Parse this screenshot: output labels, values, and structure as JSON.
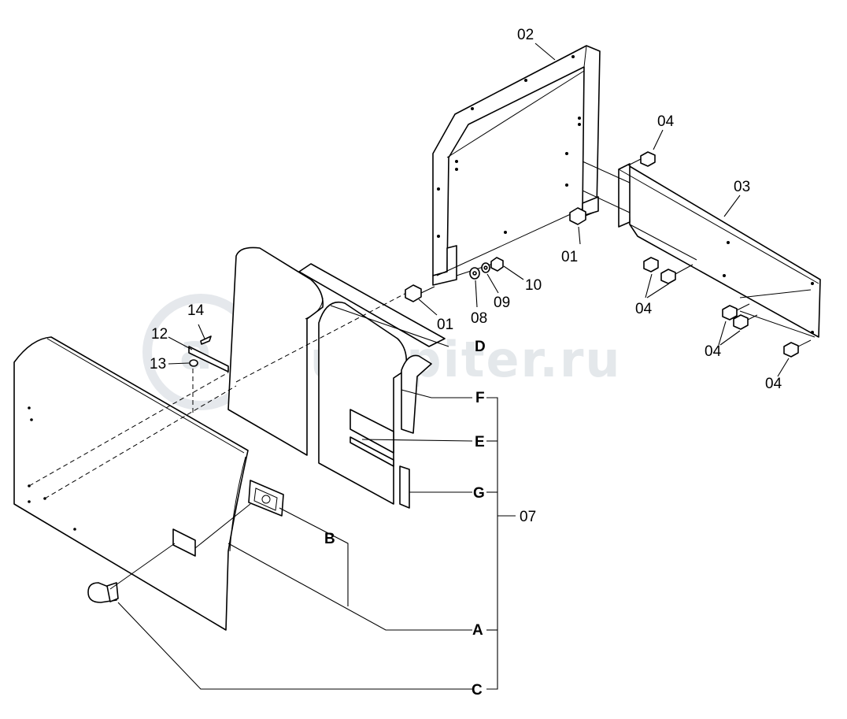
{
  "watermark": {
    "text": "autopiter.ru"
  },
  "labels": {
    "l02": "02",
    "l03": "03",
    "l04a": "04",
    "l04b": "04",
    "l04c": "04",
    "l04d": "04",
    "l01a": "01",
    "l01b": "01",
    "l08": "08",
    "l09": "09",
    "l10": "10",
    "l14": "14",
    "l12": "12",
    "l13": "13",
    "l07": "07",
    "lA": "A",
    "lB": "B",
    "lC": "C",
    "lD": "D",
    "lE": "E",
    "lF": "F",
    "lG": "G"
  }
}
